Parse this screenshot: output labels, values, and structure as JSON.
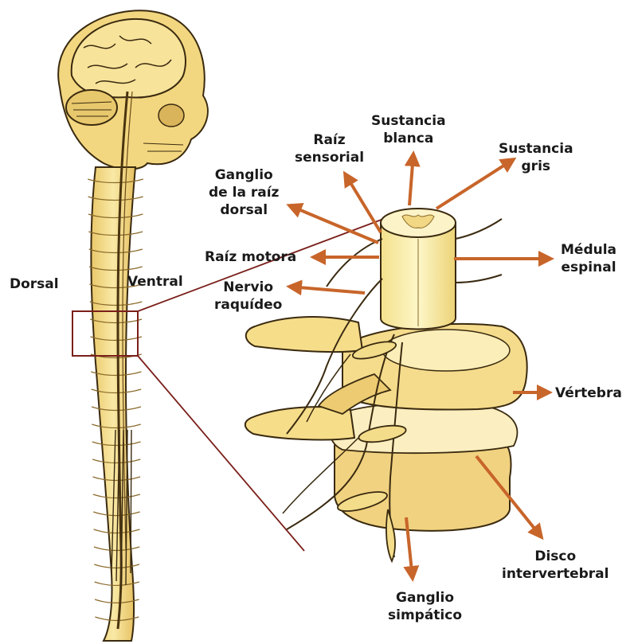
{
  "labels": {
    "dorsal": "Dorsal",
    "ventral": "Ventral",
    "sustancia_blanca": "Sustancia\nblanca",
    "raiz_sensorial": "Raíz\nsensorial",
    "sustancia_gris": "Sustancia\ngris",
    "ganglio_raiz_dorsal": "Ganglio\nde la raíz\ndorsal",
    "raiz_motora": "Raíz motora",
    "nervio_raquideo": "Nervio\nraquídeo",
    "medula_espinal": "Médula\nespinal",
    "vertebra": "Vértebra",
    "disco_intervertebral": "Disco\nintervertebral",
    "ganglio_simpatico": "Ganglio\nsimpático"
  },
  "colors": {
    "arrow": "#c8652a",
    "bone": "#f6de8c",
    "bone_outline": "#3a2a10",
    "cord": "#fbf2b4",
    "zoom_box": "#7a1f1a"
  }
}
